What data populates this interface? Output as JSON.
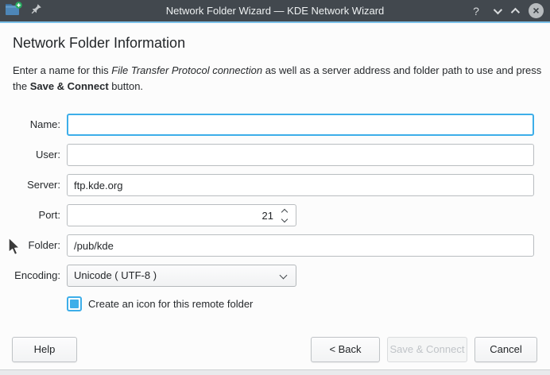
{
  "titlebar": {
    "title": "Network Folder Wizard — KDE Network Wizard",
    "help_glyph": "?",
    "close_glyph": "×"
  },
  "page": {
    "heading": "Network Folder Information",
    "description": {
      "pre": "Enter a name for this ",
      "italic": "File Transfer Protocol connection",
      "mid": " as well as a server address and folder path to use and press the ",
      "bold": "Save & Connect",
      "post": " button."
    }
  },
  "form": {
    "fields": [
      {
        "label": "Name:",
        "value": "",
        "type": "text",
        "focused": true
      },
      {
        "label": "User:",
        "value": "",
        "type": "text"
      },
      {
        "label": "Server:",
        "value": "ftp.kde.org",
        "type": "text"
      },
      {
        "label": "Port:",
        "value": "21",
        "type": "spinbox"
      },
      {
        "label": "Folder:",
        "value": "/pub/kde",
        "type": "text"
      },
      {
        "label": "Encoding:",
        "value": "Unicode ( UTF-8 )",
        "type": "dropdown"
      }
    ],
    "checkbox": {
      "label": "Create an icon for this remote folder",
      "checked": true
    }
  },
  "footer": {
    "help": "Help",
    "back": "< Back",
    "save": "Save & Connect",
    "cancel": "Cancel"
  },
  "icons": [
    "network-folder-add-icon",
    "pin-icon",
    "help-icon",
    "minimize-icon",
    "maximize-icon",
    "close-icon",
    "spin-up-icon",
    "spin-down-icon",
    "dropdown-chevron-icon",
    "checkbox-checked",
    "mouse-cursor-icon"
  ],
  "colors": {
    "accent": "#3daee9",
    "titlebar_bg": "#42484e",
    "window_bg": "#fcfcfc",
    "badge_green": "#27ae60"
  }
}
